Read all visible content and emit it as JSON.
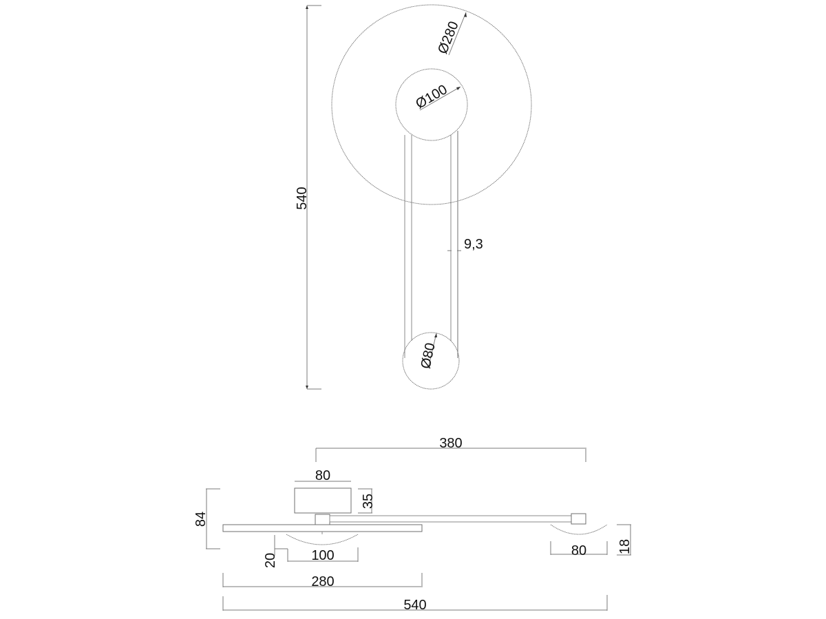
{
  "drawing": {
    "title": "Wall lamp technical drawing",
    "front_view": {
      "overall_height_label": "540",
      "large_disc_label": "Ø280",
      "hub_label": "Ø100",
      "stem_gap_label": "9,3",
      "bottom_disc_label": "Ø80"
    },
    "side_view": {
      "arm_length_label": "380",
      "canopy_width_label": "80",
      "canopy_height_label": "35",
      "overall_depth_label": "84",
      "shade_depth_label": "20",
      "shade_width_label": "100",
      "disc_width_label": "280",
      "overall_width_label": "540",
      "end_shade_width_label": "80",
      "end_shade_height_label": "18"
    }
  }
}
